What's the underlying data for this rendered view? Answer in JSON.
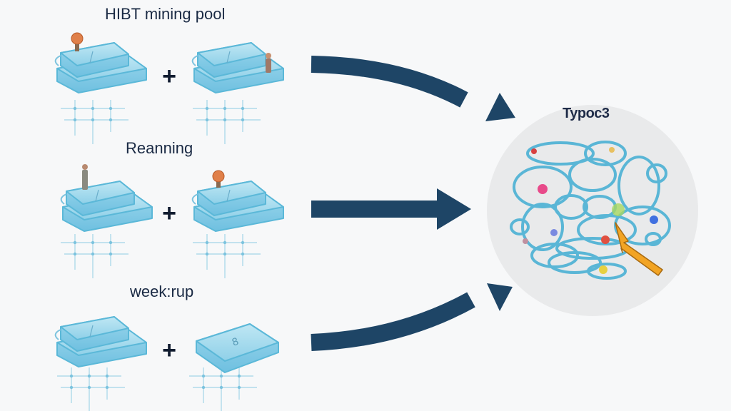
{
  "diagram": {
    "rows": [
      {
        "label": "HIBT mining pool",
        "operator": "+",
        "left_device": "server-stack-icon",
        "right_device": "server-stack-icon",
        "arrow": "curved-down-arrow"
      },
      {
        "label": "Reanning",
        "operator": "+",
        "left_device": "server-stack-icon",
        "right_device": "server-stack-icon",
        "arrow": "straight-arrow"
      },
      {
        "label": "week:rup",
        "operator": "+",
        "left_device": "server-stack-icon",
        "right_device": "single-server-icon",
        "arrow": "curved-up-arrow"
      }
    ],
    "hub": {
      "label": "Typoc3",
      "icon": "network-cluster-icon",
      "pointer": "cursor-arrow-icon"
    }
  },
  "colors": {
    "arrow": "#1e4566",
    "device_fill": "#a8dcee",
    "device_stroke": "#5bb8d8",
    "hub_bg": "#e9eaeb",
    "cluster_stroke": "#5ab6d6",
    "pointer": "#f0a020",
    "text": "#1a2a44"
  }
}
